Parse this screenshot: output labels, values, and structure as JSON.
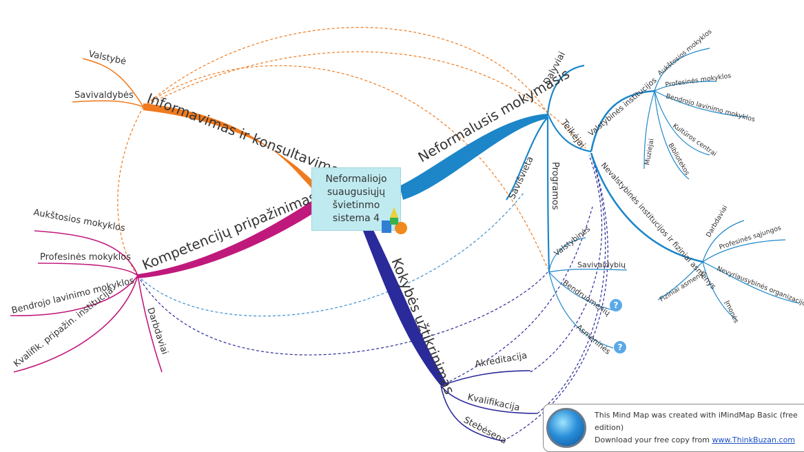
{
  "central": {
    "line1": "Neformaliojo",
    "line2": "suaugusiųjų",
    "line3": "švietinmo",
    "line4": "sistema 4"
  },
  "branches": {
    "informavimas": {
      "label": "Informavimas ir konsultavimas",
      "color": "#f07a1e",
      "children": [
        "Valstybė",
        "Savivaldybės"
      ]
    },
    "kompetenciju": {
      "label": "Kompetencijų pripažinimas",
      "color": "#c0197c",
      "children": [
        "Aukštosios mokyklos",
        "Profesinės mokyklos",
        "Bendrojo lavinimo mokyklos",
        "Kvalifik. pripažin. institucija",
        "Darbdaviai"
      ]
    },
    "neformalusis": {
      "label": "Neformalusis mokymasis",
      "color": "#1c86c8",
      "children": [
        "Dalyviai",
        "Teikėjai",
        "Savišvieta",
        "Programos"
      ],
      "valstybines": {
        "label": "Valstybinės institucijos",
        "children": [
          "Aukštosios mokyklos",
          "Profesinės mokyklos",
          "Bendrojo lavinimo mokyklos",
          "Kultūros centrai",
          "Bibliotekos",
          "Muziejai"
        ]
      },
      "nevalstybines": {
        "label": "Nevalstybinės institucijos ir fiziniai asmenys",
        "children": [
          "Darbdaviai",
          "Profesinės sąjungos",
          "Nevyriausybinės organizacijos",
          "Įmonės",
          "Fiziniai asmenys"
        ]
      },
      "programos_children": [
        "Valstybinės",
        "Savivaldybių",
        "Bendruomenių",
        "Asmeninės"
      ]
    },
    "kokybes": {
      "label": "Kokybės užtikrinimas",
      "color": "#2a2a9a",
      "children": [
        "Akreditacija",
        "Kvalifikacija",
        "Stebėsena"
      ]
    }
  },
  "credit": {
    "line1": "This Mind Map was created with iMindMap Basic (free edition)",
    "line2_prefix": "Download your free copy from ",
    "link": "www.ThinkBuzan.com"
  },
  "question_icon": "?"
}
